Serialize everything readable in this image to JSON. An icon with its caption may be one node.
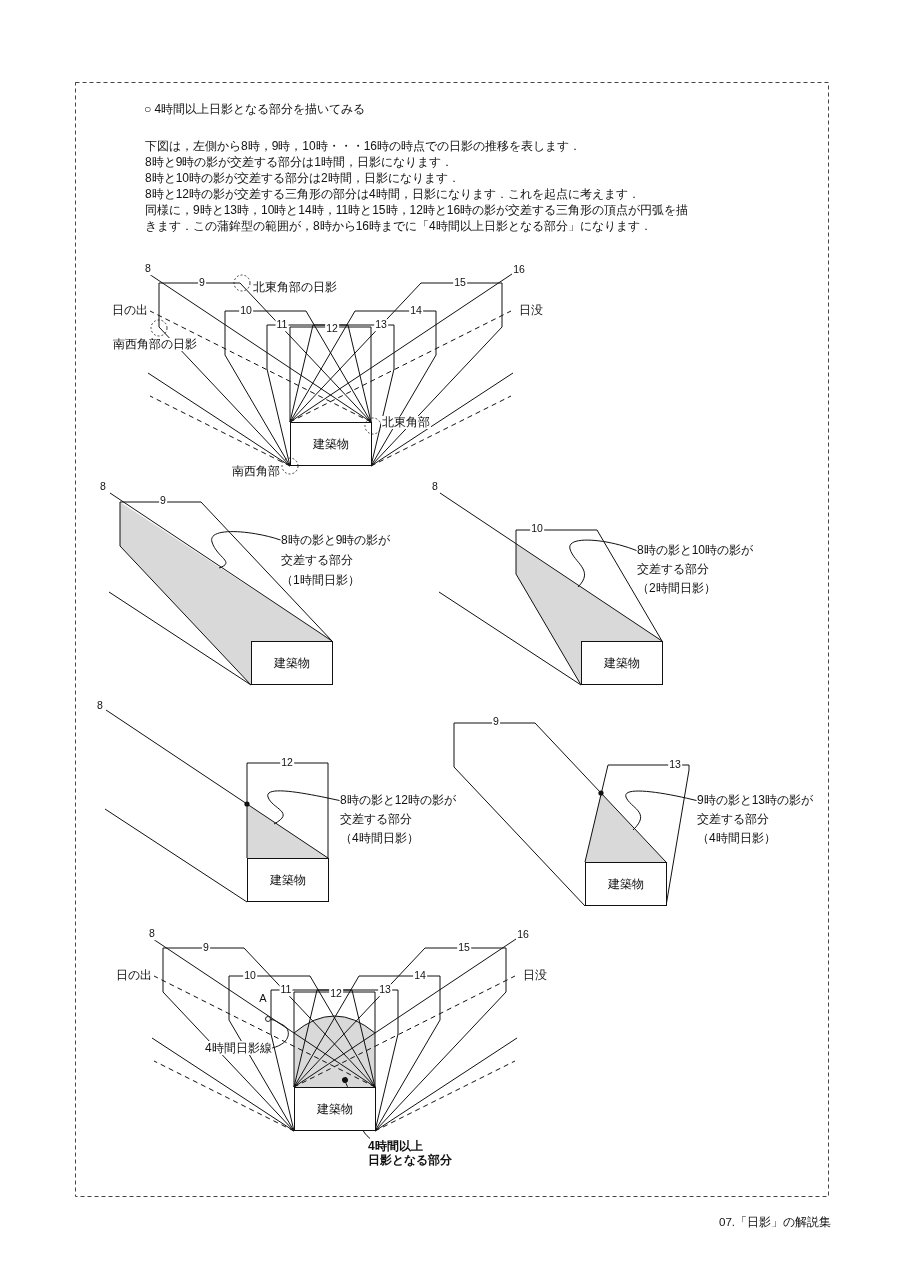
{
  "diagram": {
    "title": "○ 4時間以上日影となる部分を描いてみる",
    "nodes": [
      {
        "text": [
          "建築物"
        ]
      },
      {
        "text": [
          "北東角部の日影"
        ]
      },
      {
        "text": [
          "南西角部の日影"
        ]
      },
      {
        "text": [
          "北東角部"
        ]
      },
      {
        "text": [
          "南西角部"
        ]
      },
      {
        "text": [
          "建築物"
        ]
      },
      {
        "text": [
          "8時の影と9時の影が交差する部分",
          "（1時間日影）"
        ]
      },
      {
        "text": [],
        "shape": "polygon"
      },
      {
        "text": [
          "建築物"
        ]
      },
      {
        "text": [
          "8時の影と10時の影が交差する部分",
          "（2時間日影）"
        ]
      },
      {
        "text": [],
        "shape": "polygon"
      },
      {
        "text": [
          "建築物"
        ]
      },
      {
        "text": [
          "8時の影と12時の影が交差する部分",
          "（4時間日影）"
        ]
      },
      {
        "text": [],
        "shape": "triangle"
      },
      {
        "text": [
          "建築物"
        ]
      },
      {
        "text": [
          "9時の影と13時の影が交差する部分",
          "（4時間日影）"
        ]
      },
      {
        "text": [],
        "shape": "triangle"
      },
      {
        "text": [
          "建築物"
        ]
      },
      {
        "text": [
          "4時間日影線"
        ]
      },
      {
        "text": [],
        "shape": "circle"
      },
      {
        "text": [
          "4時間以上",
          "日影となる部分"
        ]
      },
      {
        "text": [],
        "shape": "dome"
      }
    ],
    "edges": [
      {
        "from": 6,
        "to": 7,
        "arrow": "none"
      },
      {
        "from": 9,
        "to": 10,
        "arrow": "none"
      },
      {
        "from": 12,
        "to": 13,
        "arrow": "none"
      },
      {
        "from": 15,
        "to": 16,
        "arrow": "none"
      },
      {
        "from": 18,
        "to": 19,
        "arrow": "none"
      },
      {
        "from": 20,
        "to": 21,
        "arrow": "other"
      }
    ],
    "labels": [
      "下図は，左側から8時，9時，10時・・・16時の時点での日影の推移を表します．",
      "8時と9時の影が交差する部分は1時間，日影になります．",
      "8時と10時の影が交差する部分は2時間，日影になります．",
      "8時と12時の影が交差する三角形の部分は4時間，日影になります．これを起点に考えます．",
      "同様に，9時と13時，10時と14時，11時と15時，12時と16時の影が交差する三角形の頂点が円弧を描きます．この蒲鉾型の範囲が，8時から16時までに「4時間以上日影となる部分」になります．",
      "8",
      "16",
      "9",
      "15",
      "日の出",
      "10",
      "11",
      "12",
      "13",
      "14",
      "日没",
      "8",
      "9",
      "8",
      "10",
      "8",
      "12",
      "9",
      "13",
      "8",
      "16",
      "9",
      "15",
      "日の出",
      "10",
      "14",
      "日没",
      "11",
      "12",
      "13",
      "A",
      "07.「日影」の解説集"
    ]
  }
}
